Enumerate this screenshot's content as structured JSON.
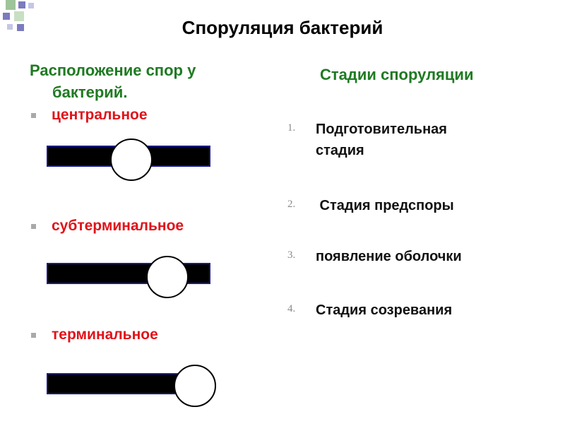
{
  "slide": {
    "title": "Споруляция бактерий"
  },
  "spore_location": {
    "heading_line1": "Расположение спор у",
    "heading_line2": "бактерий.",
    "items": [
      {
        "label": "центральное"
      },
      {
        "label": "субтерминальное"
      },
      {
        "label": "терминальное"
      }
    ]
  },
  "sporulation_stages": {
    "heading": "Стадии споруляции",
    "items": [
      {
        "number": "1.",
        "label_line1": "Подготовительная",
        "label_line2": "стадия"
      },
      {
        "number": "2.",
        "label_line1": " Стадия предспоры",
        "label_line2": ""
      },
      {
        "number": "3.",
        "label_line1": "появление оболочки",
        "label_line2": ""
      },
      {
        "number": "4.",
        "label_line1": "Стадия созревания",
        "label_line2": ""
      }
    ]
  },
  "colors": {
    "heading_green": "#1f7a22",
    "bullet_red": "#e0131a",
    "rod_fill": "#000000",
    "rod_border": "#1a1a8a",
    "spore_fill": "#ffffff",
    "decor_blue": "#7b7bbf",
    "decor_green": "#9ec49a"
  }
}
